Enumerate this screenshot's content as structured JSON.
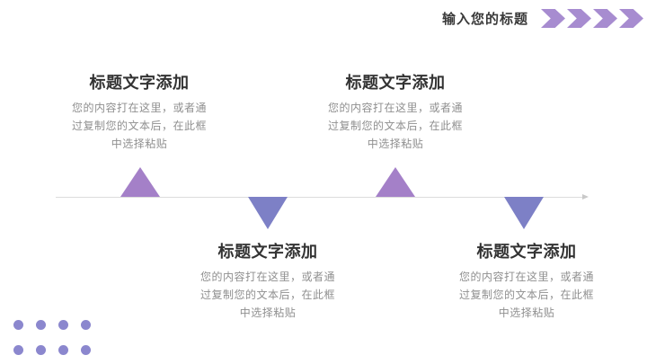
{
  "header": {
    "title": "输入您的标题",
    "chevrons": {
      "count": 4,
      "color": "#a78cd0"
    }
  },
  "timeline": {
    "line_color": "#dcdcdc",
    "items": [
      {
        "heading": "标题文字添加",
        "body_lines": [
          "您的内容打在这里，或者通",
          "过复制您的文本后，在此框",
          "中选择粘贴"
        ],
        "marker": "triangle-up",
        "marker_color": "#a480c8",
        "side": "above-line"
      },
      {
        "heading": "标题文字添加",
        "body_lines": [
          "您的内容打在这里，或者通",
          "过复制您的文本后，在此框",
          "中选择粘贴"
        ],
        "marker": "triangle-down",
        "marker_color": "#7d80c6",
        "side": "below-line"
      },
      {
        "heading": "标题文字添加",
        "body_lines": [
          "您的内容打在这里，或者通",
          "过复制您的文本后，在此框",
          "中选择粘贴"
        ],
        "marker": "triangle-up",
        "marker_color": "#a480c8",
        "side": "above-line"
      },
      {
        "heading": "标题文字添加",
        "body_lines": [
          "您的内容打在这里，或者通",
          "过复制您的文本后，在此框",
          "中选择粘贴"
        ],
        "marker": "triangle-down",
        "marker_color": "#7d80c6",
        "side": "below-line"
      }
    ]
  },
  "decoration": {
    "dots": {
      "rows": 2,
      "columns": 4,
      "color": "#8b87ce"
    }
  }
}
